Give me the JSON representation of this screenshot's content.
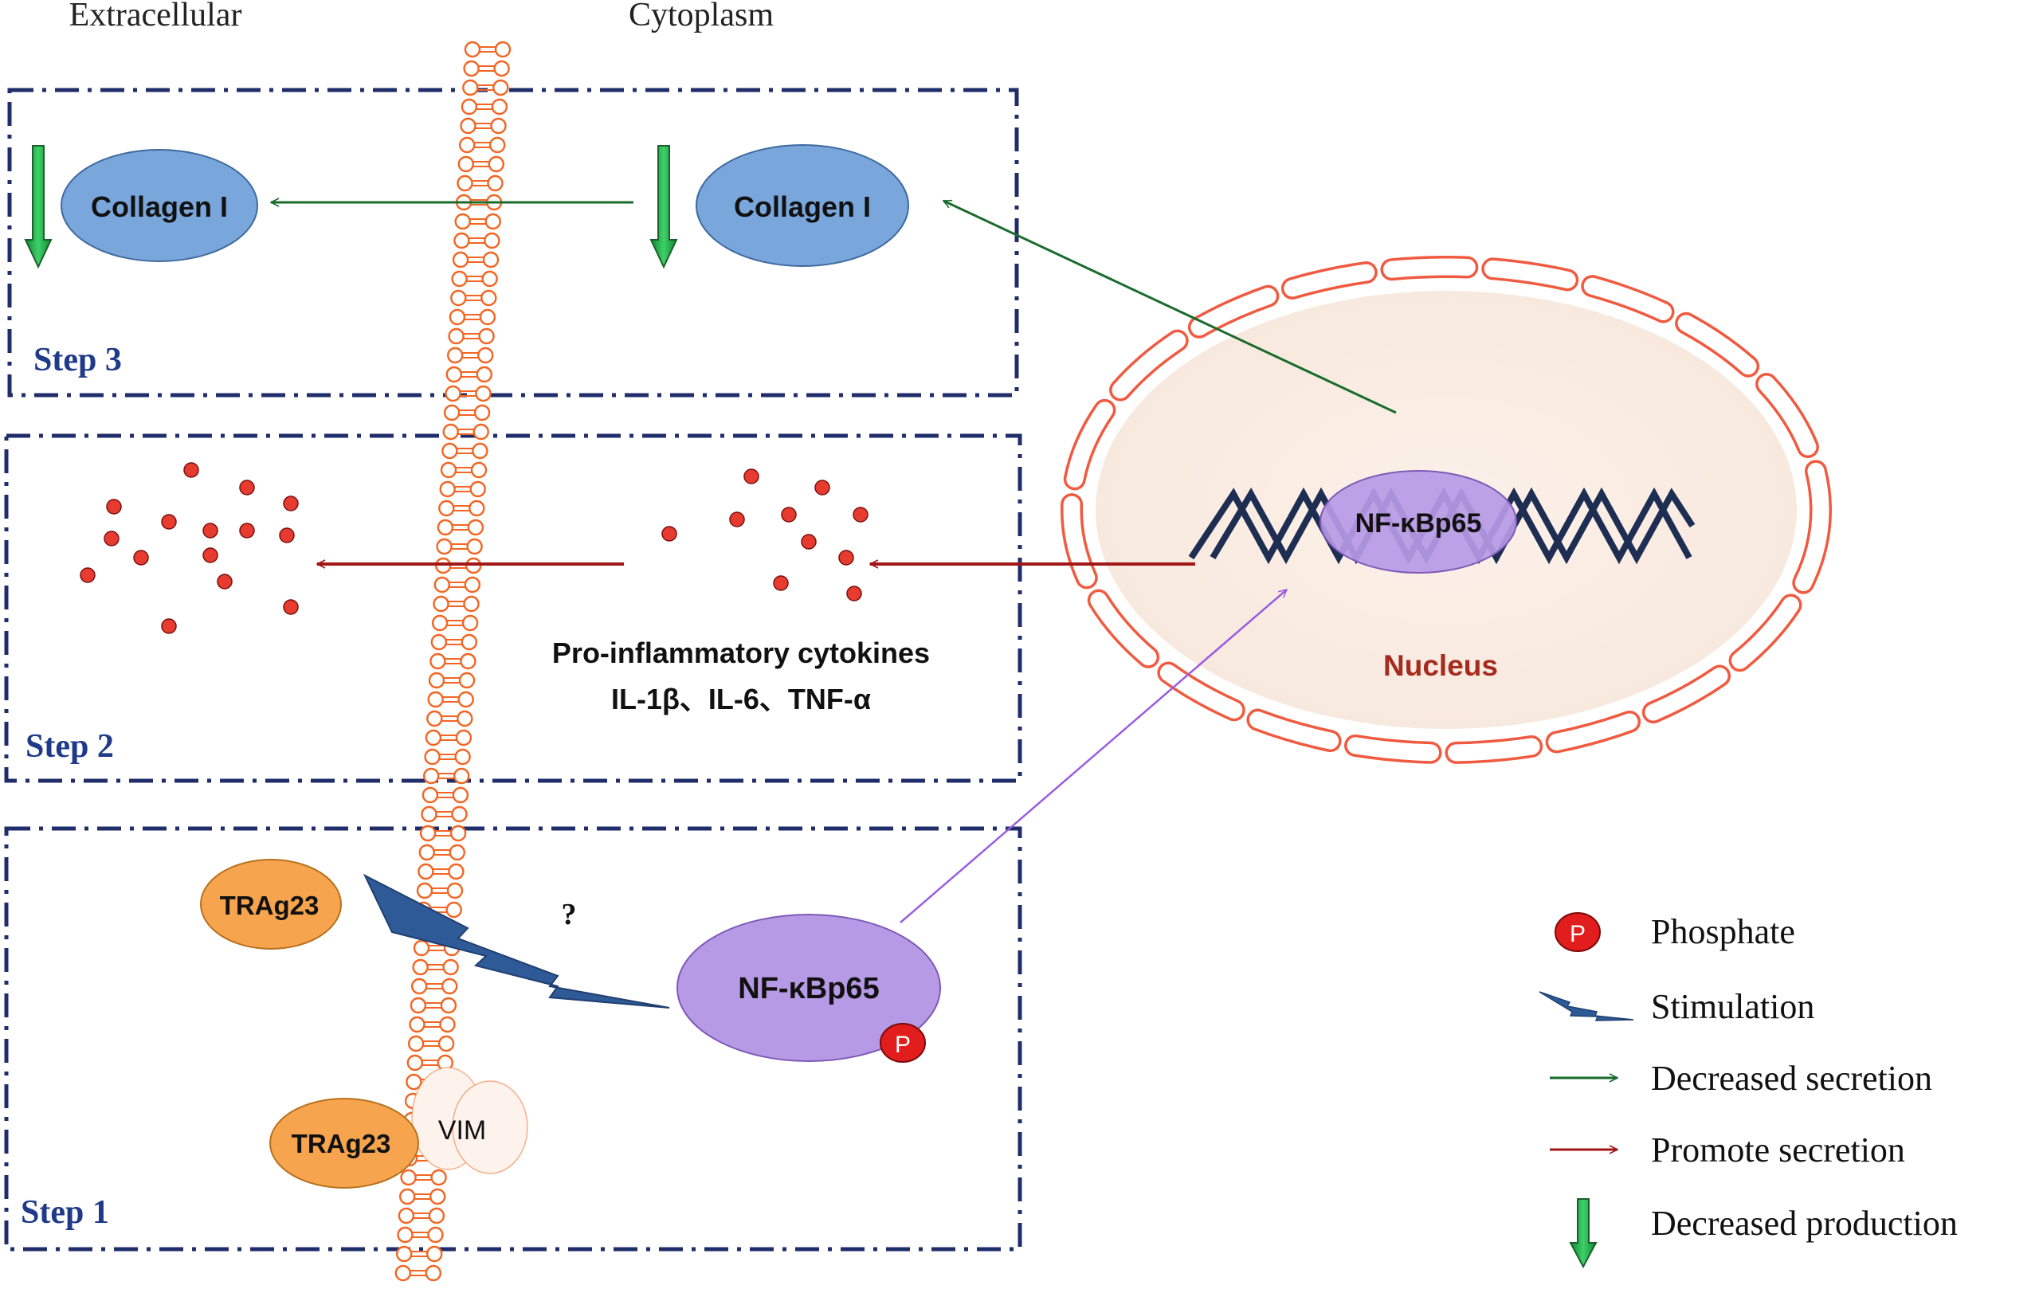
{
  "header": {
    "extracellular": "Extracellular",
    "cytoplasm": "Cytoplasm"
  },
  "steps": {
    "step3": "Step 3",
    "step2": "Step 2",
    "step1": "Step 1"
  },
  "step3": {
    "collagen_outside": "Collagen I",
    "collagen_inside": "Collagen I"
  },
  "step2": {
    "cytokines_line1": "Pro-inflammatory cytokines",
    "cytokines_line2": "IL-1β、IL-6、TNF-α"
  },
  "step1": {
    "tragg_free": "TRAg23",
    "tragg_bound": "TRAg23",
    "vim": "VIM",
    "unknown": "?",
    "nfkb_cyto": "NF-κBp65",
    "phospho": "P"
  },
  "nucleus": {
    "label": "Nucleus",
    "nfkb": "NF-κBp65"
  },
  "legend": {
    "items": [
      {
        "icon": "phosphate-icon",
        "label": "Phosphate"
      },
      {
        "icon": "stimulation-icon",
        "label": "Stimulation"
      },
      {
        "icon": "green-arrow-icon",
        "label": "Decreased secretion"
      },
      {
        "icon": "red-arrow-icon",
        "label": "Promote secretion"
      },
      {
        "icon": "green-down-arrow-icon",
        "label": "Decreased production"
      }
    ]
  },
  "colors": {
    "frame": "#1f2d6b",
    "membrane": "#f26522",
    "collagen": "#7aa7db",
    "cytokine": "#e63b2e",
    "tragg": "#f6a44d",
    "nfkb": "#b79ae6",
    "dna": "#1e2e52",
    "nucleus_fill": "#fbf1ea",
    "decrease_arrow": "#1a6b2c",
    "promote_arrow": "#a11616",
    "signal_arrow": "#9a5ce0",
    "down_arrow": "#22b24c"
  }
}
